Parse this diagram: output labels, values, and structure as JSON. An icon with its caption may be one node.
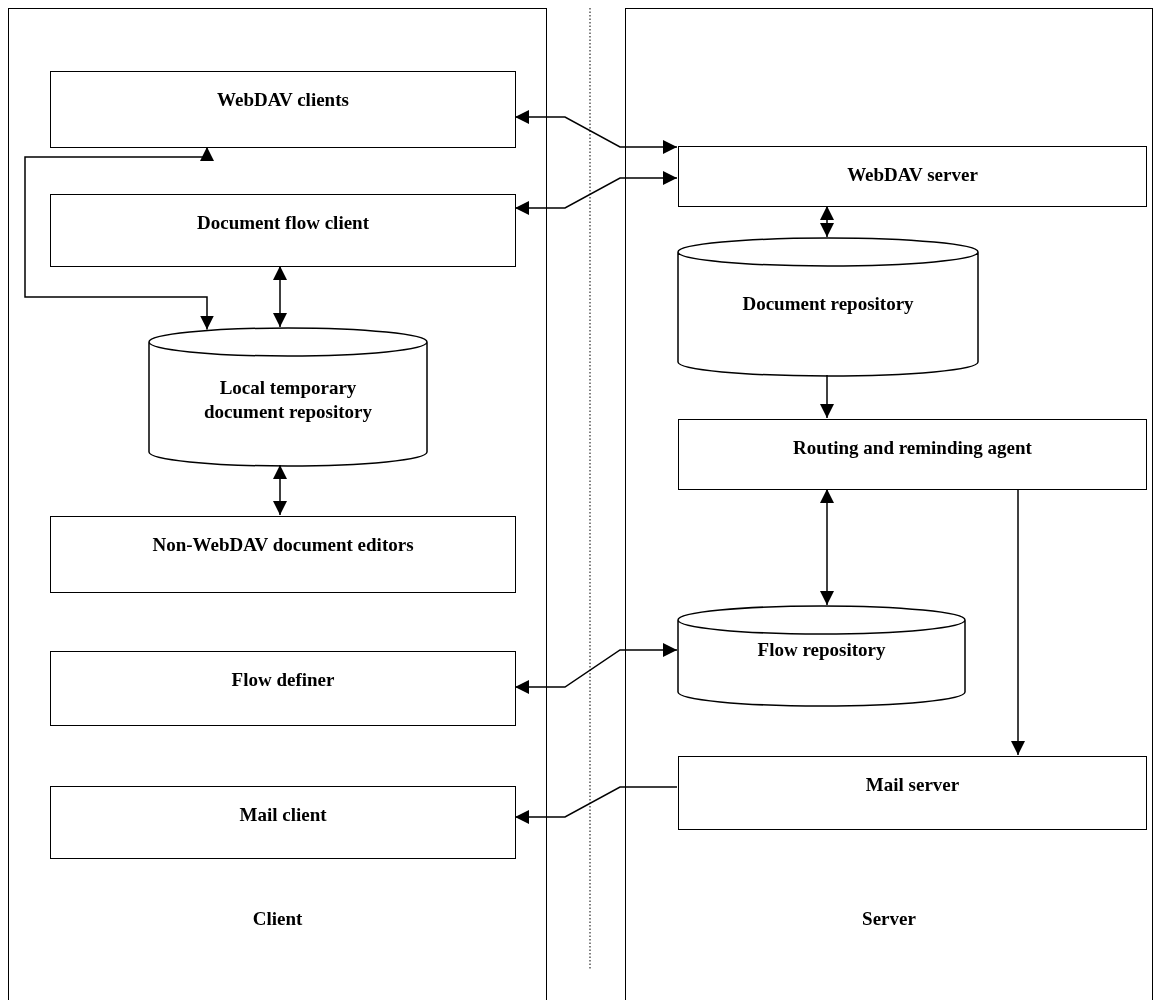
{
  "diagram": {
    "nodes": [
      {
        "text": [
          "Client"
        ]
      },
      {
        "text": [
          "WebDAV clients"
        ],
        "in": 0
      },
      {
        "text": [
          "Document flow client"
        ],
        "in": 0
      },
      {
        "text": [
          "Local temporary document repository"
        ],
        "in": 0
      },
      {
        "text": [
          "Non-WebDAV document editors"
        ],
        "in": 0
      },
      {
        "text": [
          "Flow definer"
        ],
        "in": 0
      },
      {
        "text": [
          "Mail client"
        ],
        "in": 0
      },
      {
        "text": [
          "Server"
        ]
      },
      {
        "text": [
          "WebDAV server"
        ],
        "in": 7
      },
      {
        "text": [
          "Document repository"
        ],
        "in": 7
      },
      {
        "text": [
          "Routing and reminding agent"
        ],
        "in": 7
      },
      {
        "text": [
          "Flow repository"
        ],
        "in": 7
      },
      {
        "text": [
          "Mail server"
        ],
        "in": 7
      }
    ],
    "edges": [
      {
        "from": 8,
        "to": 1,
        "arrow": "both"
      },
      {
        "from": 2,
        "to": 8,
        "arrow": "both"
      },
      {
        "from": 1,
        "to": 3,
        "arrow": "both"
      },
      {
        "from": 2,
        "to": 3,
        "arrow": "both"
      },
      {
        "from": 3,
        "to": 4,
        "arrow": "both"
      },
      {
        "from": 8,
        "to": 9,
        "arrow": "both"
      },
      {
        "from": 9,
        "to": 10,
        "arrow": "to"
      },
      {
        "from": 10,
        "to": 11,
        "arrow": "both"
      },
      {
        "from": 10,
        "to": 12,
        "arrow": "to"
      },
      {
        "from": 5,
        "to": 11,
        "arrow": "both"
      },
      {
        "from": 12,
        "to": 6,
        "arrow": "to"
      }
    ]
  }
}
